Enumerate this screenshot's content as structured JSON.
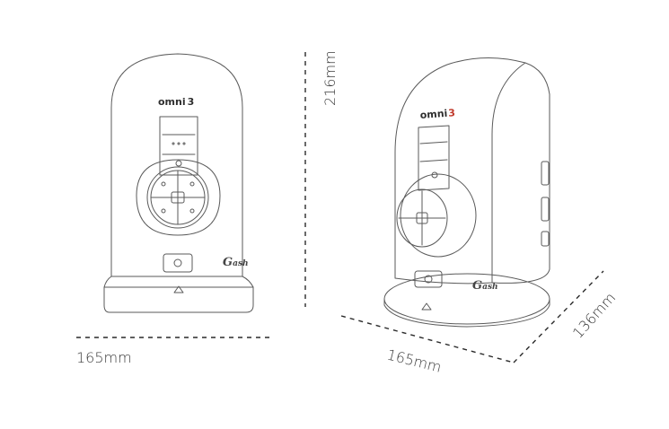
{
  "dimensions": {
    "front_width": "165mm",
    "height": "216mm",
    "side_width": "165mm",
    "depth": "136mm"
  },
  "device": {
    "logo_text": "omni",
    "logo_number": "3",
    "brand_text": "ash"
  },
  "colors": {
    "outline": "#5a5a5a",
    "dim_line": "#2a2a2a",
    "accent": "#c0392b"
  }
}
